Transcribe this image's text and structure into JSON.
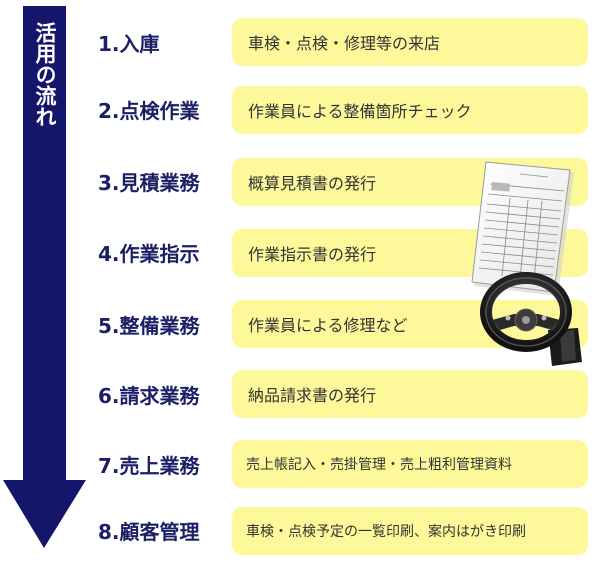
{
  "flow_label": "活用の流れ",
  "steps": [
    {
      "title": "1.入庫",
      "desc": "車検・点検・修理等の来店"
    },
    {
      "title": "2.点検作業",
      "desc": "作業員による整備箇所チェック"
    },
    {
      "title": "3.見積業務",
      "desc": "概算見積書の発行"
    },
    {
      "title": "4.作業指示",
      "desc": "作業指示書の発行"
    },
    {
      "title": "5.整備業務",
      "desc": "作業員による修理など"
    },
    {
      "title": "6.請求業務",
      "desc": "納品請求書の発行"
    },
    {
      "title": "7.売上業務",
      "desc": "売上帳記入・売掛管理・売上粗利管理資料"
    },
    {
      "title": "8.顧客管理",
      "desc": "車検・点検予定の一覧印刷、案内はがき印刷"
    }
  ],
  "colors": {
    "arrow": "#14166b",
    "title_text": "#1b1f66",
    "box_fill": "#fdf99a"
  },
  "icons": [
    "document-icon",
    "steering-wheel-icon"
  ]
}
